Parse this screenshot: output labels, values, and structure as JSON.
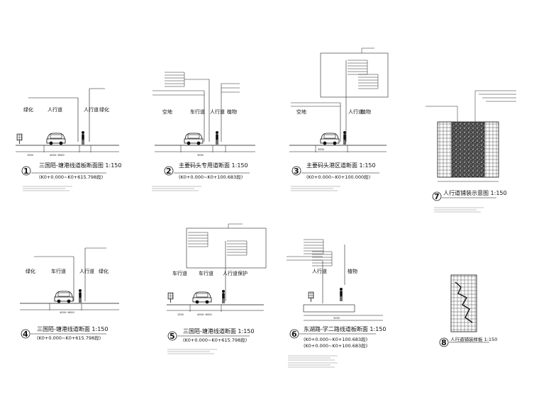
{
  "sheet": {
    "sections": [
      {
        "num": "1",
        "title": "三国陌-塘港线道板断面图  1:150",
        "sub": "(K0+0.000~K0+615.798段)"
      },
      {
        "num": "2",
        "title": "主要码头专用道断面  1:150",
        "sub": "(K0+0.000~K0+100.683段)"
      },
      {
        "num": "3",
        "title": "主要码头港区道断面  1:150",
        "sub": "(K0+0.000~K0+100.000段)"
      },
      {
        "num": "4",
        "title": "三国陌-塘港线道断面  1:150",
        "sub": "(K0+0.000~K0+615.798段)"
      },
      {
        "num": "5",
        "title": "三国陌-塘港线道断面  1:150",
        "sub": "(K0+0.000~K0+615.798段)"
      },
      {
        "num": "6",
        "title": "东湖路-学二路线道板断面  1:150",
        "sub": "(K0+0.000~K0+100.683段)",
        "sub2": "(K0+0.000~K0+100.683段)"
      },
      {
        "num": "7",
        "title": "人行道铺装示意图  1:150"
      },
      {
        "num": "8",
        "title": "人行道铺装样板  1:150"
      }
    ],
    "zones": {
      "green": "绿化",
      "sidewalk": "人行道",
      "carriageway": "车行道",
      "plant": "植物",
      "protect": "保护",
      "space": "空地",
      "car_zone": "车行道"
    },
    "dims": {
      "d1500": "1500",
      "d4000": "4000~6000",
      "d3000": "3000"
    }
  }
}
